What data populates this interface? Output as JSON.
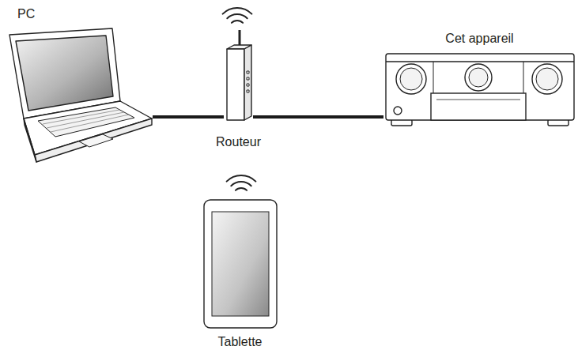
{
  "diagram": {
    "nodes": [
      {
        "text": [
          "PC"
        ]
      },
      {
        "text": [
          "Routeur"
        ]
      },
      {
        "text": [
          "Cet appareil"
        ]
      },
      {
        "text": [
          "Tablette"
        ]
      }
    ],
    "edges": [
      {
        "from": 0,
        "to": 1,
        "arrow": "none"
      },
      {
        "from": 1,
        "to": 2,
        "arrow": "none"
      }
    ]
  }
}
